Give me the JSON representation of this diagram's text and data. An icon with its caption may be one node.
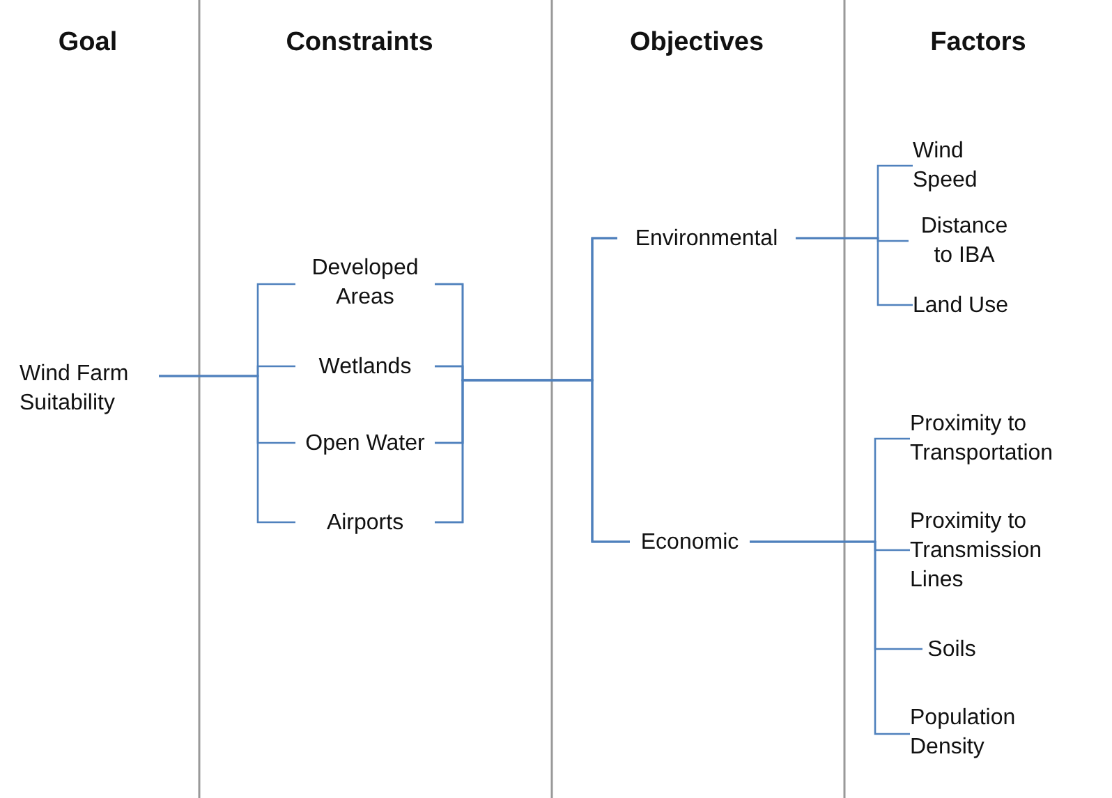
{
  "diagram": {
    "nodes": [
      {
        "text": [
          "Wind Farm Suitability"
        ]
      },
      {
        "text": [
          "Developed Areas"
        ]
      },
      {
        "text": [
          "Wetlands"
        ]
      },
      {
        "text": [
          "Open Water"
        ]
      },
      {
        "text": [
          "Airports"
        ]
      },
      {
        "text": [
          "Environmental"
        ]
      },
      {
        "text": [
          "Economic"
        ]
      },
      {
        "text": [
          "Wind Speed"
        ]
      },
      {
        "text": [
          "Distance to IBA"
        ]
      },
      {
        "text": [
          "Land Use"
        ]
      },
      {
        "text": [
          "Proximity to Transportation"
        ]
      },
      {
        "text": [
          "Proximity to Transmission Lines"
        ]
      },
      {
        "text": [
          "Soils"
        ]
      },
      {
        "text": [
          "Population Density"
        ]
      }
    ],
    "edges": [
      {
        "from": 0,
        "to": 1,
        "arrow": "none"
      },
      {
        "from": 0,
        "to": 2,
        "arrow": "none"
      },
      {
        "from": 0,
        "to": 3,
        "arrow": "none"
      },
      {
        "from": 0,
        "to": 4,
        "arrow": "none"
      },
      {
        "from": 1,
        "to": 5,
        "arrow": "none"
      },
      {
        "from": 2,
        "to": 5,
        "arrow": "none"
      },
      {
        "from": 3,
        "to": 5,
        "arrow": "none"
      },
      {
        "from": 4,
        "to": 5,
        "arrow": "none"
      },
      {
        "from": 1,
        "to": 6,
        "arrow": "none"
      },
      {
        "from": 2,
        "to": 6,
        "arrow": "none"
      },
      {
        "from": 3,
        "to": 6,
        "arrow": "none"
      },
      {
        "from": 4,
        "to": 6,
        "arrow": "none"
      },
      {
        "from": 5,
        "to": 7,
        "arrow": "none"
      },
      {
        "from": 5,
        "to": 8,
        "arrow": "none"
      },
      {
        "from": 5,
        "to": 9,
        "arrow": "none"
      },
      {
        "from": 6,
        "to": 10,
        "arrow": "none"
      },
      {
        "from": 6,
        "to": 11,
        "arrow": "none"
      },
      {
        "from": 6,
        "to": 12,
        "arrow": "none"
      },
      {
        "from": 6,
        "to": 13,
        "arrow": "none"
      }
    ],
    "labels": [
      "Goal",
      "Constraints",
      "Objectives",
      "Factors"
    ]
  }
}
